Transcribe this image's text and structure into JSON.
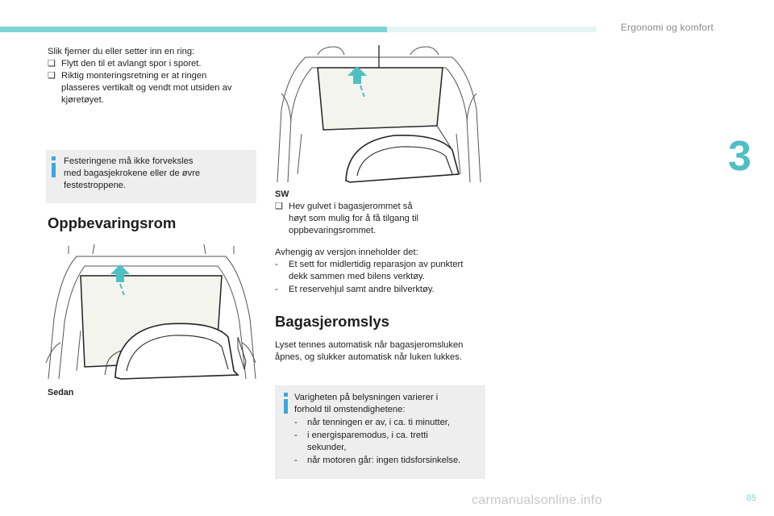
{
  "header": {
    "title": "Ergonomi og komfort",
    "chapter": "3"
  },
  "left": {
    "intro": "Slik fjerner du eller setter inn en ring:",
    "steps": [
      "Flytt den til et avlangt spor i sporet.",
      "Riktig monteringsretning er at ringen plasseres vertikalt og vendt mot utsiden av kjøretøyet."
    ],
    "steps_lines": [
      [
        "Flytt den til et avlangt spor i sporet."
      ],
      [
        "Riktig monteringsretning er at ringen",
        "plasseres vertikalt og vendt mot utsiden av",
        "kjøretøyet."
      ]
    ],
    "info_lines": [
      "Festeringene må ikke forveksles",
      "med bagasjekrokene eller de øvre",
      "festestroppene."
    ],
    "section_title": "Oppbevaringsrom",
    "image_caption": "Sedan"
  },
  "right": {
    "sw_label": "SW",
    "sw_step_lines": [
      "Hev gulvet i bagasjerommet så",
      "høyt som mulig for å få tilgang til",
      "oppbevaringsrommet."
    ],
    "content_intro": "Avhengig av versjon inneholder det:",
    "content_items": [
      [
        "Et sett for midlertidig reparasjon av punktert",
        "dekk sammen med bilens verktøy."
      ],
      [
        "Et reservehjul samt andre bilverktøy."
      ]
    ],
    "section_title": "Bagasjeromslys",
    "light_lines": [
      "Lyset tennes automatisk når bagasjeromsluken",
      "åpnes, og slukker automatisk når luken lukkes."
    ],
    "info_lines": [
      "Varigheten på belysningen varierer i",
      "forhold til omstendighetene:"
    ],
    "info_items": [
      [
        "når tenningen er av, i ca. ti minutter,"
      ],
      [
        "i energisparemodus, i ca. tretti",
        "sekunder,"
      ],
      [
        "når motoren går: ingen tidsforsinkelse."
      ]
    ]
  },
  "bullet_glyph": "❑",
  "dash_glyph": "-",
  "page_number": "85",
  "watermark": "carmanualsonline.info"
}
